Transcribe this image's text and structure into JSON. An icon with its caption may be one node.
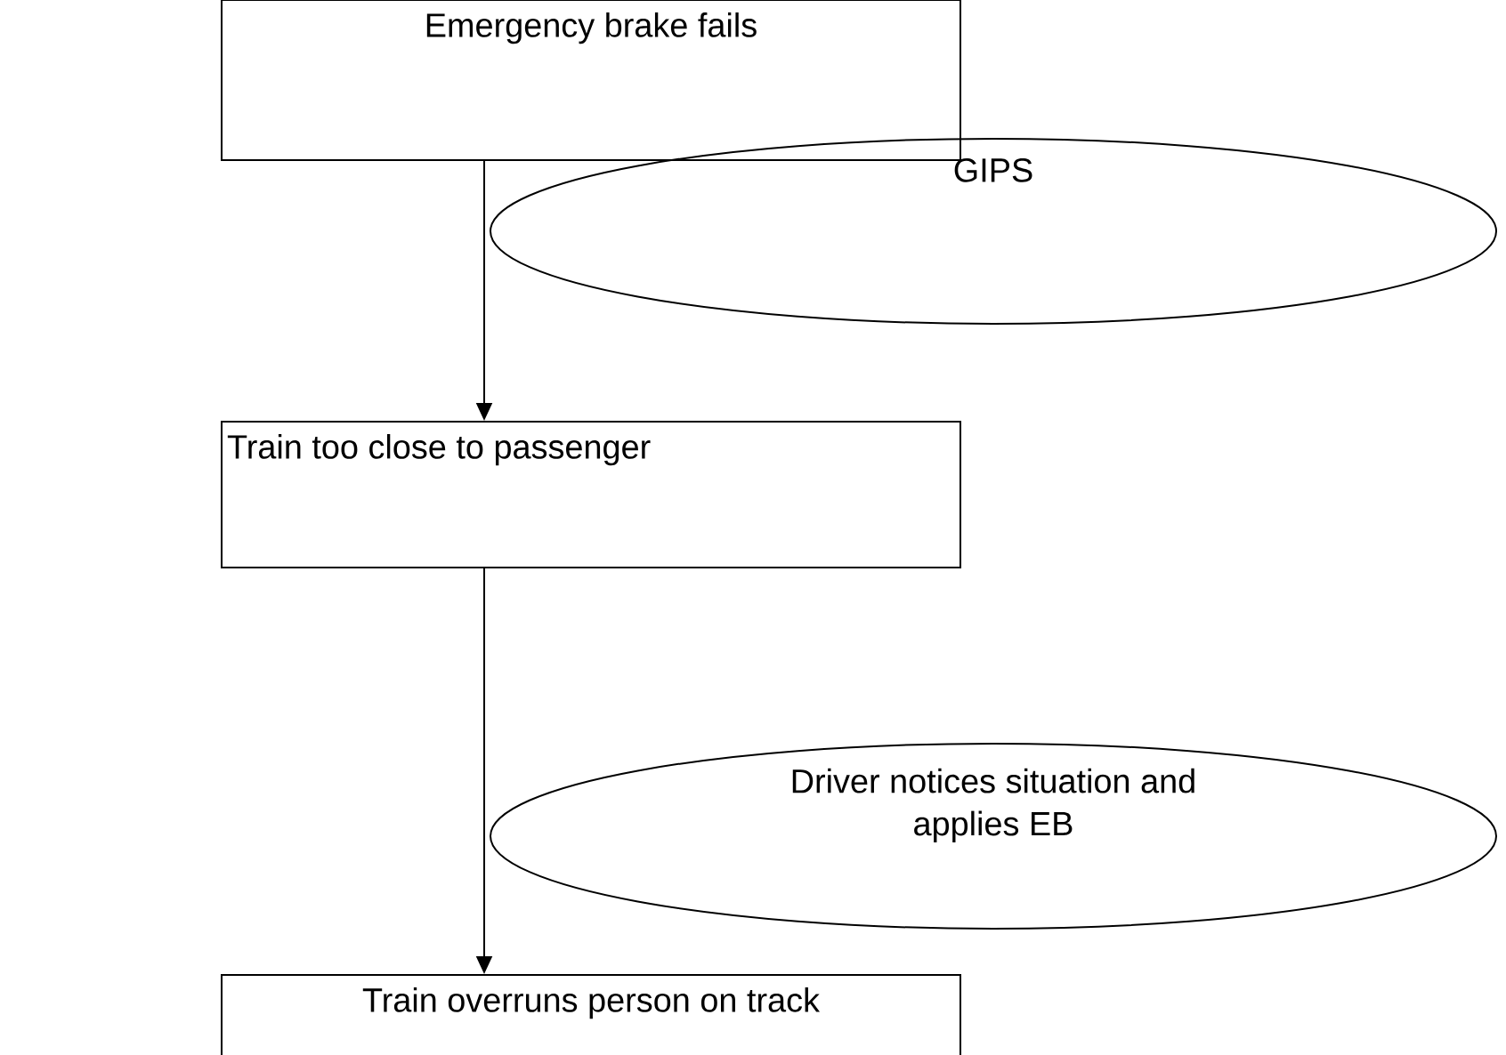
{
  "diagram": {
    "nodes": [
      {
        "text": [
          "Emergency brake fails"
        ]
      },
      {
        "text": [
          "GIPS"
        ]
      },
      {
        "text": [
          "Train too close to passenger"
        ]
      },
      {
        "text": [
          "Driver notices situation and applies EB"
        ]
      },
      {
        "text": [
          "Train overruns person on track"
        ]
      }
    ],
    "edges": [
      {
        "from": 0,
        "to": 2,
        "arrow": "to"
      },
      {
        "from": 2,
        "to": 4,
        "arrow": "to"
      }
    ]
  }
}
